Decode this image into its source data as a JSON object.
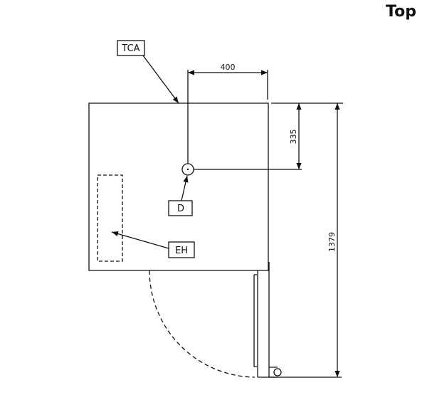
{
  "title": "Top",
  "labels": {
    "tca": "TCA",
    "d": "D",
    "eh": "EH"
  },
  "dimensions": {
    "width_offset": "400",
    "depth_offset": "335",
    "overall_depth": "1379"
  }
}
